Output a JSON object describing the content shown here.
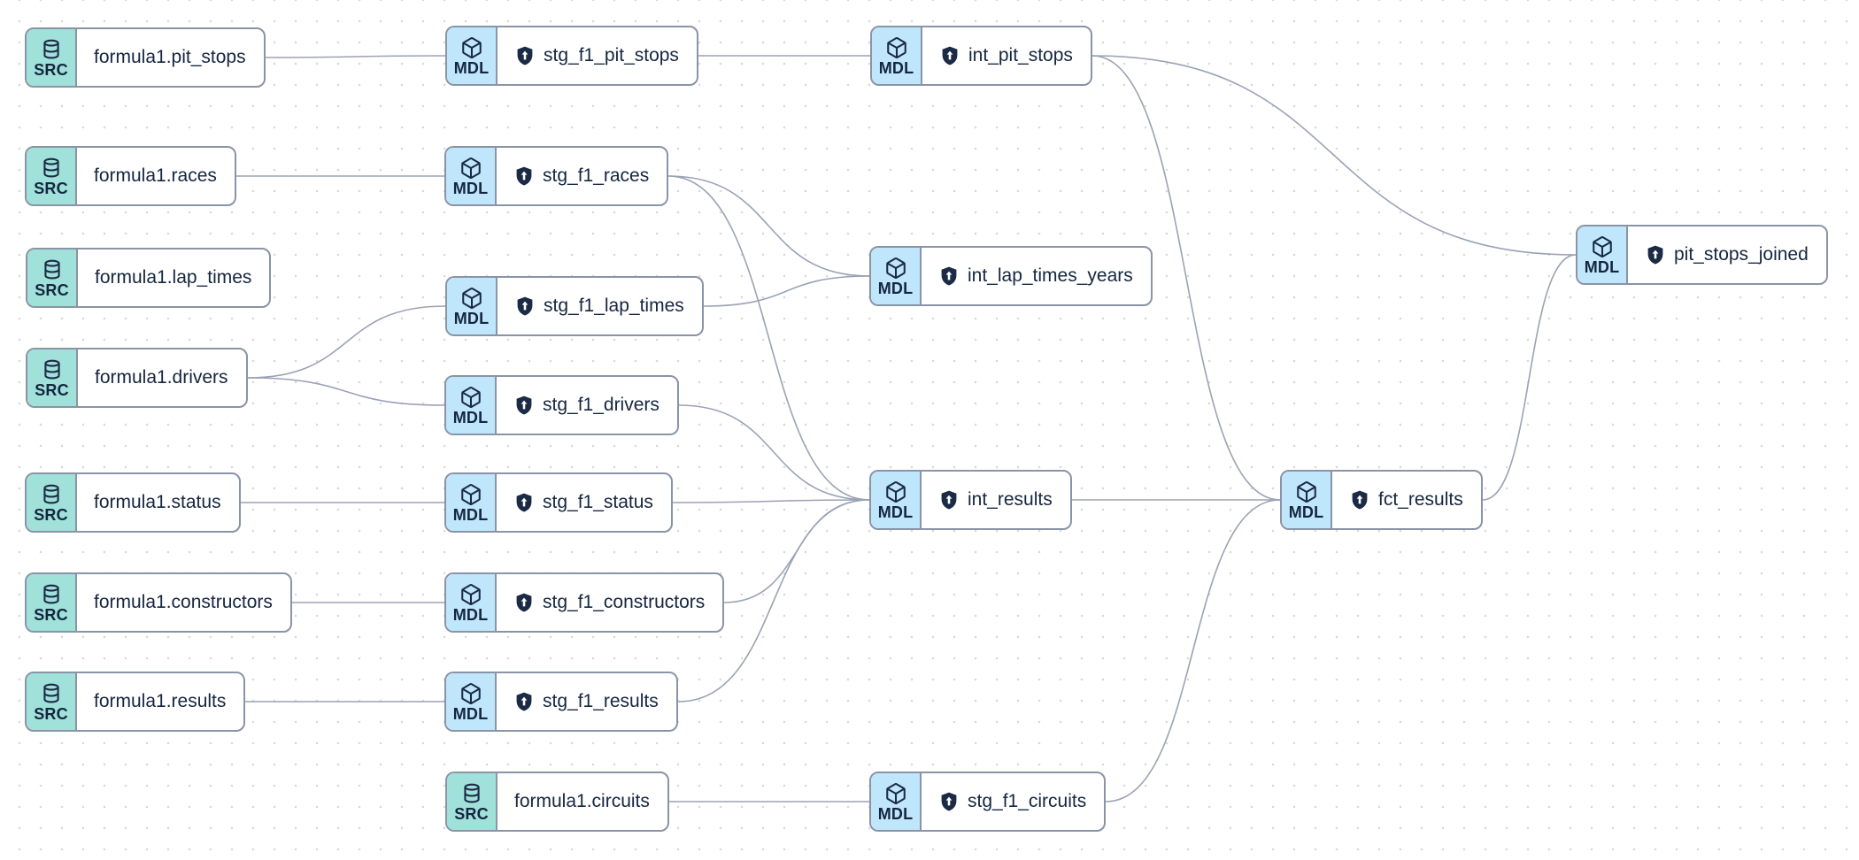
{
  "canvas": {
    "background_color": "#ffffff",
    "dot_grid_color": "#d9d9d9"
  },
  "colors": {
    "node_border": "#8a94a6",
    "node_background": "#ffffff",
    "source_badge_background": "#a0e1da",
    "model_badge_background": "#bfe6fa",
    "text": "#15263f",
    "edge": "#9aa3b4",
    "icon": "#1b2a45"
  },
  "badges": {
    "source_label": "SRC",
    "model_label": "MDL"
  },
  "nodes": [
    {
      "id": "src_pit_stops",
      "type": "source",
      "badge": "SRC",
      "badge_icon": "database-icon",
      "label": "formula1.pit_stops"
    },
    {
      "id": "src_races",
      "type": "source",
      "badge": "SRC",
      "badge_icon": "database-icon",
      "label": "formula1.races"
    },
    {
      "id": "src_lap_times",
      "type": "source",
      "badge": "SRC",
      "badge_icon": "database-icon",
      "label": "formula1.lap_times"
    },
    {
      "id": "src_drivers",
      "type": "source",
      "badge": "SRC",
      "badge_icon": "database-icon",
      "label": "formula1.drivers"
    },
    {
      "id": "src_status",
      "type": "source",
      "badge": "SRC",
      "badge_icon": "database-icon",
      "label": "formula1.status"
    },
    {
      "id": "src_constructors",
      "type": "source",
      "badge": "SRC",
      "badge_icon": "database-icon",
      "label": "formula1.constructors"
    },
    {
      "id": "src_results",
      "type": "source",
      "badge": "SRC",
      "badge_icon": "database-icon",
      "label": "formula1.results"
    },
    {
      "id": "src_circuits",
      "type": "source",
      "badge": "SRC",
      "badge_icon": "database-icon",
      "label": "formula1.circuits"
    },
    {
      "id": "stg_f1_pit_stops",
      "type": "model",
      "badge": "MDL",
      "badge_icon": "cube-icon",
      "label_icon": "shield-icon",
      "label": "stg_f1_pit_stops"
    },
    {
      "id": "stg_f1_races",
      "type": "model",
      "badge": "MDL",
      "badge_icon": "cube-icon",
      "label_icon": "shield-icon",
      "label": "stg_f1_races"
    },
    {
      "id": "stg_f1_lap_times",
      "type": "model",
      "badge": "MDL",
      "badge_icon": "cube-icon",
      "label_icon": "shield-icon",
      "label": "stg_f1_lap_times"
    },
    {
      "id": "stg_f1_drivers",
      "type": "model",
      "badge": "MDL",
      "badge_icon": "cube-icon",
      "label_icon": "shield-icon",
      "label": "stg_f1_drivers"
    },
    {
      "id": "stg_f1_status",
      "type": "model",
      "badge": "MDL",
      "badge_icon": "cube-icon",
      "label_icon": "shield-icon",
      "label": "stg_f1_status"
    },
    {
      "id": "stg_f1_constructors",
      "type": "model",
      "badge": "MDL",
      "badge_icon": "cube-icon",
      "label_icon": "shield-icon",
      "label": "stg_f1_constructors"
    },
    {
      "id": "stg_f1_results",
      "type": "model",
      "badge": "MDL",
      "badge_icon": "cube-icon",
      "label_icon": "shield-icon",
      "label": "stg_f1_results"
    },
    {
      "id": "stg_f1_circuits",
      "type": "model",
      "badge": "MDL",
      "badge_icon": "cube-icon",
      "label_icon": "shield-icon",
      "label": "stg_f1_circuits"
    },
    {
      "id": "int_pit_stops",
      "type": "model",
      "badge": "MDL",
      "badge_icon": "cube-icon",
      "label_icon": "shield-icon",
      "label": "int_pit_stops"
    },
    {
      "id": "int_lap_times_years",
      "type": "model",
      "badge": "MDL",
      "badge_icon": "cube-icon",
      "label_icon": "shield-icon",
      "label": "int_lap_times_years"
    },
    {
      "id": "int_results",
      "type": "model",
      "badge": "MDL",
      "badge_icon": "cube-icon",
      "label_icon": "shield-icon",
      "label": "int_results"
    },
    {
      "id": "fct_results",
      "type": "model",
      "badge": "MDL",
      "badge_icon": "cube-icon",
      "label_icon": "shield-icon",
      "label": "fct_results"
    },
    {
      "id": "pit_stops_joined",
      "type": "model",
      "badge": "MDL",
      "badge_icon": "cube-icon",
      "label_icon": "shield-icon",
      "label": "pit_stops_joined"
    }
  ],
  "edges": [
    {
      "from": "src_pit_stops",
      "to": "stg_f1_pit_stops"
    },
    {
      "from": "src_races",
      "to": "stg_f1_races"
    },
    {
      "from": "src_drivers",
      "to": "stg_f1_lap_times"
    },
    {
      "from": "src_drivers",
      "to": "stg_f1_drivers"
    },
    {
      "from": "src_status",
      "to": "stg_f1_status"
    },
    {
      "from": "src_constructors",
      "to": "stg_f1_constructors"
    },
    {
      "from": "src_results",
      "to": "stg_f1_results"
    },
    {
      "from": "src_circuits",
      "to": "stg_f1_circuits"
    },
    {
      "from": "stg_f1_pit_stops",
      "to": "int_pit_stops"
    },
    {
      "from": "stg_f1_races",
      "to": "int_lap_times_years"
    },
    {
      "from": "stg_f1_races",
      "to": "int_results"
    },
    {
      "from": "stg_f1_lap_times",
      "to": "int_lap_times_years"
    },
    {
      "from": "stg_f1_drivers",
      "to": "int_results"
    },
    {
      "from": "stg_f1_status",
      "to": "int_results"
    },
    {
      "from": "stg_f1_constructors",
      "to": "int_results"
    },
    {
      "from": "stg_f1_results",
      "to": "int_results"
    },
    {
      "from": "stg_f1_circuits",
      "to": "fct_results"
    },
    {
      "from": "int_pit_stops",
      "to": "pit_stops_joined"
    },
    {
      "from": "int_pit_stops",
      "to": "fct_results"
    },
    {
      "from": "int_results",
      "to": "fct_results"
    },
    {
      "from": "fct_results",
      "to": "pit_stops_joined"
    }
  ]
}
